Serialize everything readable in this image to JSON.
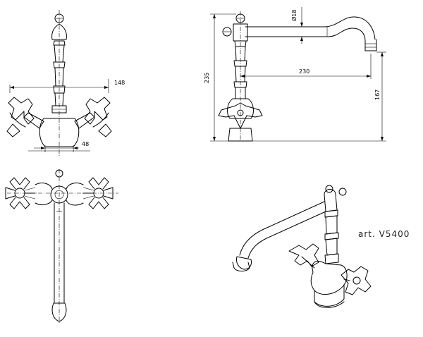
{
  "article_label": "art. V5400",
  "dimensions": {
    "top_width": "148",
    "base_width": "48",
    "pipe_diameter": "Ø18",
    "spout_reach": "230",
    "total_height": "235",
    "spout_height": "167"
  },
  "colors": {
    "line": "#000000",
    "background": "#ffffff"
  }
}
